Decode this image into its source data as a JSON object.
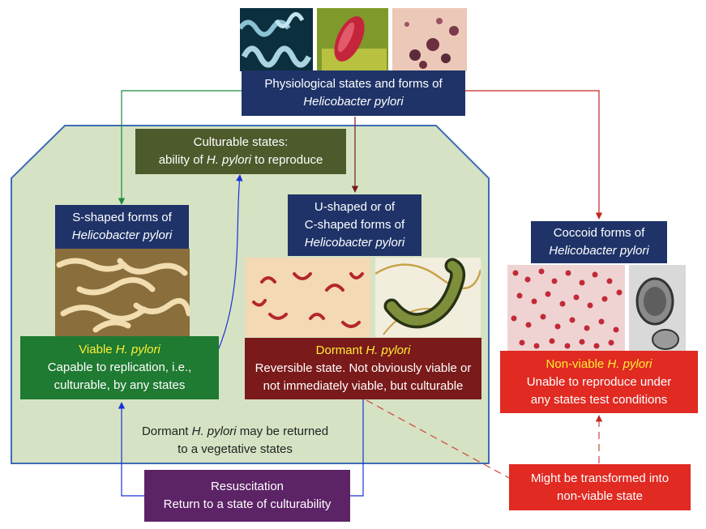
{
  "header": {
    "line1": "Physiological states and forms of",
    "line2": "Helicobacter pylori"
  },
  "culturable": {
    "line1": "Culturable states:",
    "line2_pre": "ability of ",
    "line2_em": "H. pylori",
    "line2_post": " to reproduce"
  },
  "s_shaped": {
    "line1": "S-shaped forms of",
    "line2": "Helicobacter pylori"
  },
  "u_shaped": {
    "line1": "U-shaped or of",
    "line2": "C-shaped forms of",
    "line3": "Helicobacter pylori"
  },
  "coccoid": {
    "line1": "Coccoid forms of",
    "line2": "Helicobacter pylori"
  },
  "viable": {
    "title_pre": "Viable ",
    "title_em": "H. pylori",
    "line1": "Capable to replication, i.e.,",
    "line2": "culturable, by any states"
  },
  "dormant": {
    "title_pre": "Dormant ",
    "title_em": "H. pylori",
    "line1": "Reversible state. Not obviously viable or",
    "line2": "not immediately viable, but culturable"
  },
  "nonviable": {
    "title_pre": "Non-viable ",
    "title_em": "H. pylori",
    "line1": "Unable to reproduce under",
    "line2": "any states test conditions"
  },
  "note": {
    "line1_pre": "Dormant ",
    "line1_em": "H. pylori",
    "line1_post": " may be returned",
    "line2": "to a vegetative states"
  },
  "resuscitation": {
    "line1": "Resuscitation",
    "line2": "Return to a state of culturability"
  },
  "transform": {
    "line1": "Might be transformed into",
    "line2": "non-viable state"
  },
  "colors": {
    "navy": "#1f3368",
    "olive": "#4d5a2b",
    "green": "#1f7a32",
    "maroon": "#7a1a1a",
    "red": "#e02a22",
    "purple": "#5c2366",
    "panel": "#d5e3c4"
  }
}
